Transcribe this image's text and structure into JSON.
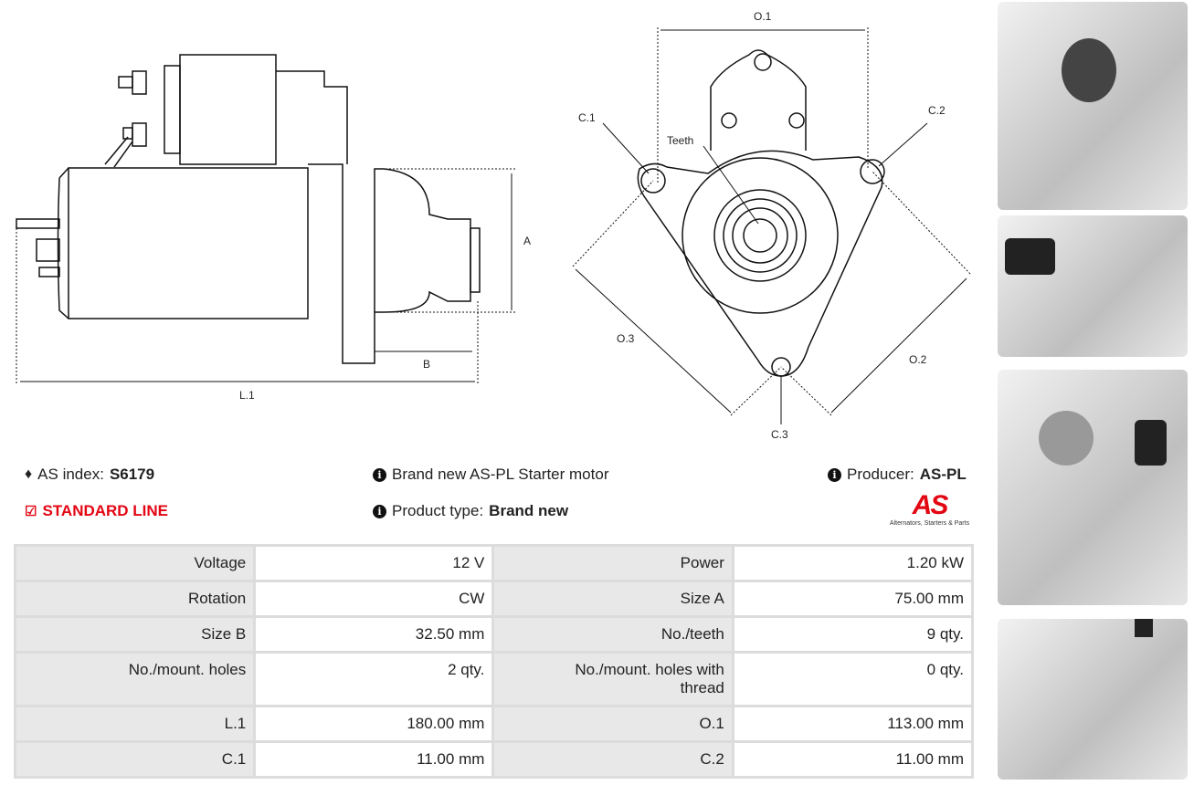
{
  "drawing_labels": {
    "side": {
      "a": "A",
      "b": "B",
      "l1": "L.1"
    },
    "front": {
      "o1": "O.1",
      "o2": "O.2",
      "o3": "O.3",
      "c1": "C.1",
      "c2": "C.2",
      "c3": "C.3",
      "teeth": "Teeth"
    }
  },
  "info": {
    "as_index_label": "AS index:",
    "as_index_value": "S6179",
    "standard_line": "STANDARD LINE",
    "description": "Brand new AS-PL Starter motor",
    "product_type_label": "Product type:",
    "product_type_value": "Brand new",
    "producer_label": "Producer:",
    "producer_value": "AS-PL",
    "logo_text": "AS",
    "logo_tagline": "Alternators, Starters & Parts"
  },
  "specs": [
    [
      "Voltage",
      "12 V",
      "Power",
      "1.20 kW"
    ],
    [
      "Rotation",
      "CW",
      "Size A",
      "75.00 mm"
    ],
    [
      "Size B",
      "32.50 mm",
      "No./teeth",
      "9 qty."
    ],
    [
      "No./mount. holes",
      "2 qty.",
      "No./mount. holes with thread",
      "0 qty."
    ],
    [
      "L.1",
      "180.00 mm",
      "O.1",
      "113.00 mm"
    ],
    [
      "C.1",
      "11.00 mm",
      "C.2",
      "11.00 mm"
    ]
  ],
  "colors": {
    "accent": "#e30613",
    "label_bg": "#e8e8e8",
    "border": "#dcdcdc"
  }
}
